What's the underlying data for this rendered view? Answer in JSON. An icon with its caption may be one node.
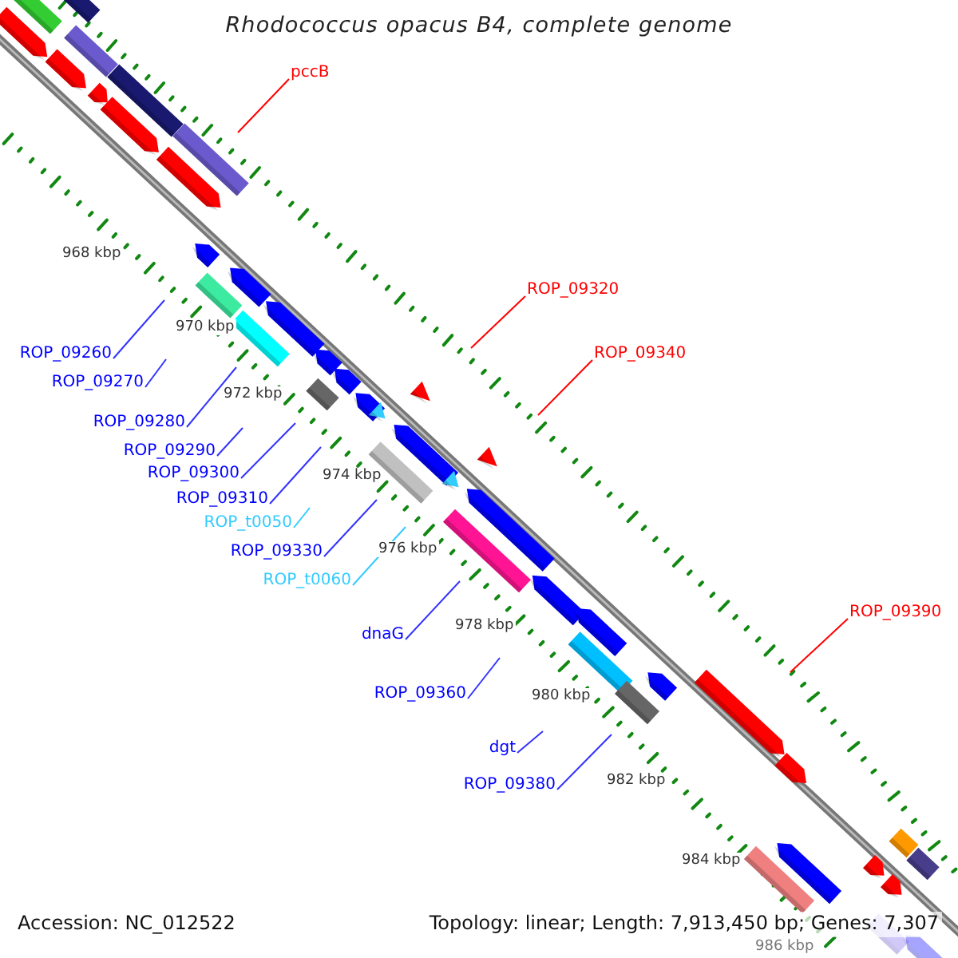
{
  "diagram": {
    "title": "Rhodococcus opacus B4, complete genome",
    "nodes": [
      {
        "text": [
          "pccB"
        ]
      },
      {
        "text": [
          "ROP_09320"
        ]
      },
      {
        "text": [
          "ROP_09340"
        ]
      },
      {
        "text": [
          "ROP_09260"
        ]
      },
      {
        "text": [
          "ROP_09270"
        ]
      },
      {
        "text": [
          "ROP_09280"
        ]
      },
      {
        "text": [
          "ROP_09290"
        ]
      },
      {
        "text": [
          "ROP_09300"
        ]
      },
      {
        "text": [
          "ROP_09310"
        ]
      },
      {
        "text": [
          "ROP_t0050"
        ]
      },
      {
        "text": [
          "ROP_09330"
        ]
      },
      {
        "text": [
          "ROP_t0060"
        ]
      },
      {
        "text": [
          "ROP_09390"
        ]
      },
      {
        "text": [
          "dnaG"
        ]
      },
      {
        "text": [
          "ROP_09360"
        ]
      },
      {
        "text": [
          "dgt"
        ]
      },
      {
        "text": [
          "ROP_09380"
        ]
      }
    ],
    "edges": [
      {
        "from": 0,
        "to": null,
        "arrow": "none",
        "color": "#ff0000"
      },
      {
        "from": 1,
        "to": null,
        "arrow": "none",
        "color": "#ff0000"
      },
      {
        "from": 2,
        "to": null,
        "arrow": "none",
        "color": "#ff0000"
      },
      {
        "from": 3,
        "to": null,
        "arrow": "none"
      },
      {
        "from": 4,
        "to": null,
        "arrow": "none"
      },
      {
        "from": 5,
        "to": null,
        "arrow": "none"
      },
      {
        "from": 6,
        "to": null,
        "arrow": "none"
      },
      {
        "from": 7,
        "to": null,
        "arrow": "none"
      },
      {
        "from": 8,
        "to": null,
        "arrow": "none"
      },
      {
        "from": 9,
        "to": null,
        "arrow": "none",
        "color": "#33ccff"
      },
      {
        "from": 10,
        "to": null,
        "arrow": "none"
      },
      {
        "from": 11,
        "to": null,
        "arrow": "none",
        "color": "#33ccff"
      },
      {
        "from": 12,
        "to": null,
        "arrow": "none",
        "color": "#ff0000"
      },
      {
        "from": 13,
        "to": null,
        "arrow": "none"
      },
      {
        "from": 14,
        "to": null,
        "arrow": "none"
      },
      {
        "from": 15,
        "to": null,
        "arrow": "none"
      },
      {
        "from": 16,
        "to": null,
        "arrow": "none"
      }
    ],
    "labels": [
      "968 kbp",
      "970 kbp",
      "972 kbp",
      "974 kbp",
      "976 kbp",
      "978 kbp",
      "980 kbp",
      "982 kbp",
      "984 kbp",
      "986 kbp",
      "Accession: NC_012522",
      "Topology: linear; Length: 7,913,450 bp; Genes: 7,307"
    ]
  }
}
